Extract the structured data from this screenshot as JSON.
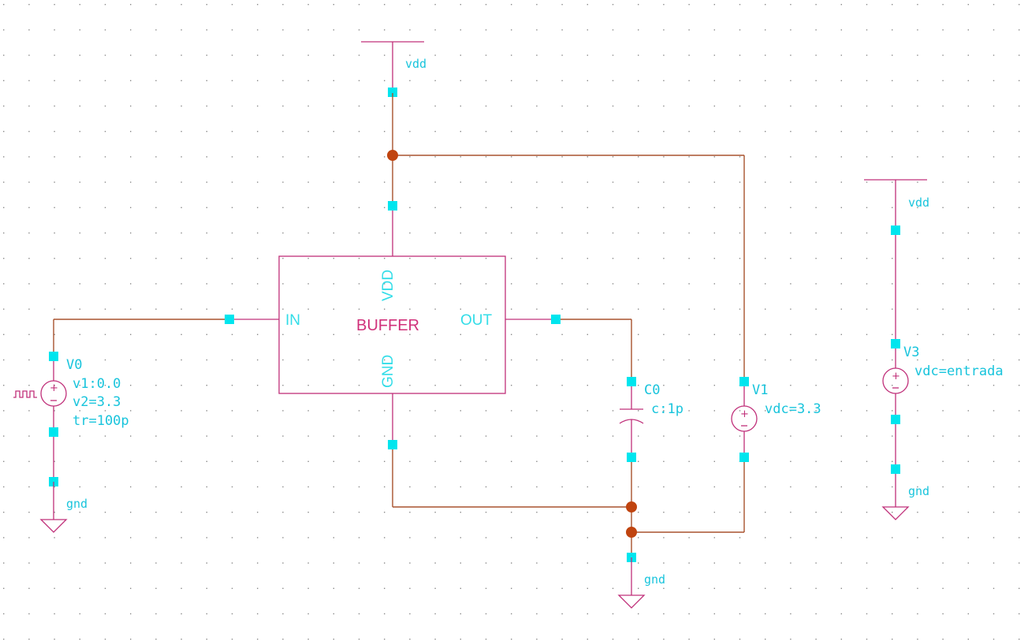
{
  "buffer": {
    "name": "BUFFER",
    "pins": {
      "in": "IN",
      "out": "OUT",
      "vdd": "VDD",
      "gnd": "GND"
    }
  },
  "v0": {
    "ref": "V0",
    "params": [
      "v1:0.0",
      "v2=3.3",
      "tr=100p"
    ],
    "gnd": "gnd"
  },
  "vdd_supply": {
    "net": "vdd"
  },
  "c0": {
    "ref": "C0",
    "value": "c:1p",
    "gnd": "gnd"
  },
  "v1": {
    "ref": "V1",
    "param": "vdc=3.3"
  },
  "v3": {
    "ref": "V3",
    "param": "vdc=entrada",
    "vdd": "vdd",
    "gnd": "gnd"
  },
  "colors": {
    "component": "#c0307a",
    "wire": "#a8522e",
    "pin": "#00e5ee",
    "junction": "#c0440f",
    "label": "#19c4dc"
  }
}
